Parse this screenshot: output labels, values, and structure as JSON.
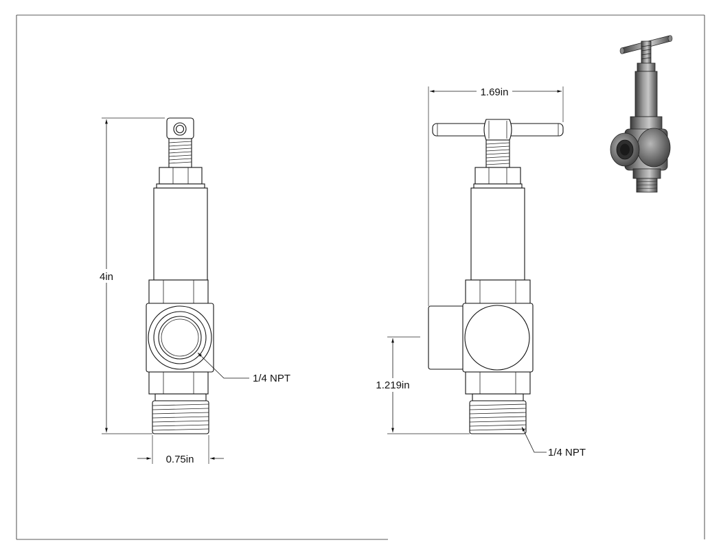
{
  "drawing": {
    "dimensions": {
      "overall_height": "4in",
      "body_width": "0.75in",
      "handle_span": "1.69in",
      "port_height": "1.219in"
    },
    "callouts": {
      "side_port_thread": "1/4 NPT",
      "bottom_thread": "1/4 NPT"
    }
  }
}
